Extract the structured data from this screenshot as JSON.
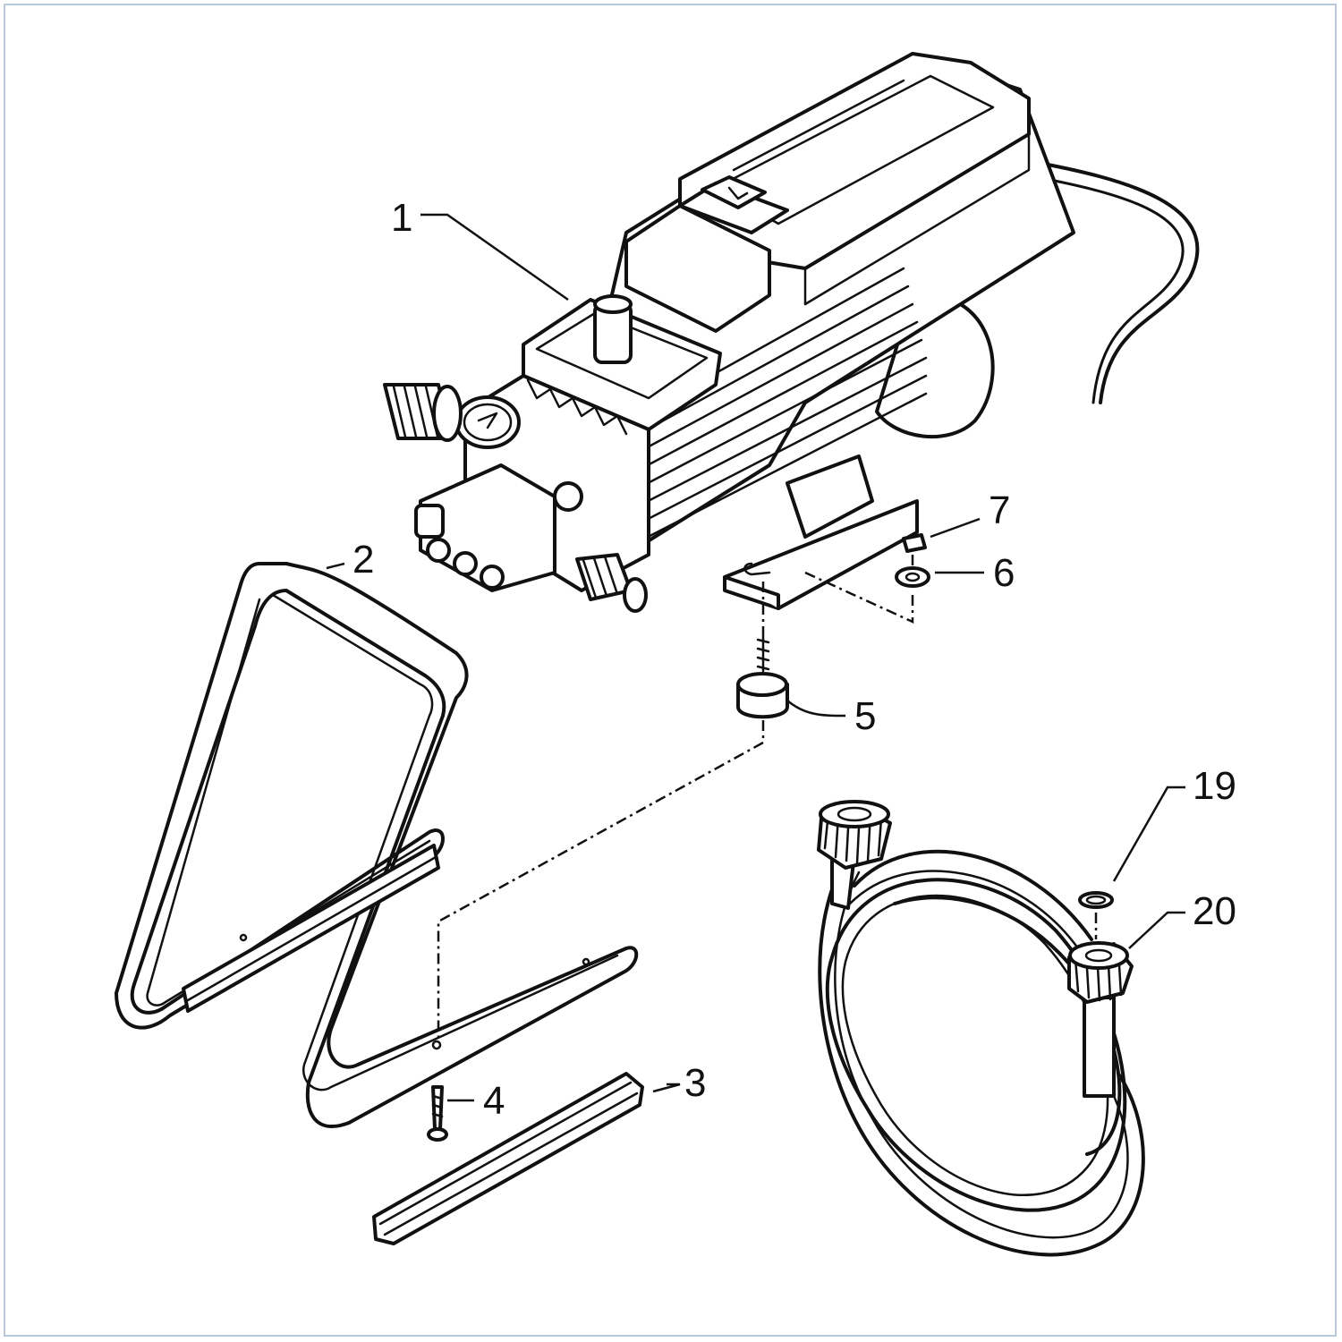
{
  "diagram": {
    "type": "exploded-parts-diagram",
    "frame_color": "#b9c9dc",
    "line_color": "#111111",
    "callouts": [
      {
        "id": "c1",
        "label": "1",
        "part": "motor-pump-assembly"
      },
      {
        "id": "c2",
        "label": "2",
        "part": "frame"
      },
      {
        "id": "c3",
        "label": "3",
        "part": "foot-rail"
      },
      {
        "id": "c4",
        "label": "4",
        "part": "screw"
      },
      {
        "id": "c5",
        "label": "5",
        "part": "rubber-mount"
      },
      {
        "id": "c6",
        "label": "6",
        "part": "washer"
      },
      {
        "id": "c7",
        "label": "7",
        "part": "nut"
      },
      {
        "id": "c19",
        "label": "19",
        "part": "o-ring"
      },
      {
        "id": "c20",
        "label": "20",
        "part": "high-pressure-hose"
      }
    ]
  }
}
